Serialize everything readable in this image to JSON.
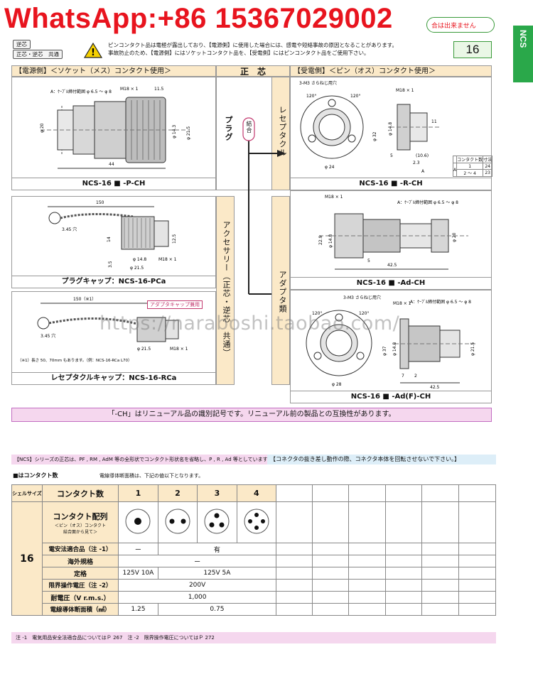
{
  "header": {
    "whatsapp": "WhatsApp:+86 15367029002",
    "badge": "合は出来ません",
    "tab": "NCS",
    "tags": [
      "逆芯",
      "正芯・逆芯　共通"
    ],
    "warning": "ピンコンタクト品は電極が露出しており、【電源側】に使用した場合には、感電や短絡事故の原因となることがあります。\n事故防止のため、【電源側】にはソケットコンタクト品を、【受電側】にはピンコンタクト品をご使用下さい。",
    "size": "16"
  },
  "sections": {
    "power_side": "【電源側】＜ソケット（メス）コンタクト使用＞",
    "center": "正　芯",
    "receive_side": "【受電側】＜ピン（オス）コンタクト使用＞"
  },
  "side_labels": {
    "plug": "プラグ",
    "connect": "結合",
    "receptacle": "レセプタクル",
    "accessory": "アクセサリー（正芯・逆芯　共通）",
    "adapter": "アダプタ類"
  },
  "parts": [
    {
      "caption": "NCS-16 ■ -P-CH"
    },
    {
      "caption": "NCS-16 ■ -R-CH"
    },
    {
      "caption": "プラグキャップ：NCS-16-PCa"
    },
    {
      "caption": "NCS-16 ■ -Ad-CH"
    },
    {
      "caption": "レセプタクルキャップ：NCS-16-RCa"
    },
    {
      "caption": "NCS-16 ■ -Ad(F)-CH"
    }
  ],
  "dims": {
    "cable": "A：ｹｰﾌﾞﾙ締付範囲 φ 6.5 〜 φ 8",
    "m18": "M18 × 1",
    "m3": "3-M3 さらねじ用穴",
    "d20": "φ 20",
    "d14_3": "φ 14.3",
    "d21_5": "φ 21.5",
    "len44": "44",
    "d11_5": "11.5",
    "d32": "φ 32",
    "d24": "φ 24",
    "d14_8": "φ 14.8",
    "d11": "11",
    "d10_6": "(10.6)",
    "d2_3": "2.3",
    "d5": "5",
    "len150": "150",
    "len150n": "150（※1）",
    "hole": "3.45 穴",
    "d14": "14",
    "d12_5": "12.5",
    "d3_5": "3.5",
    "d22_9": "22.9",
    "d42_5": "42.5",
    "d37": "φ 37",
    "d28": "φ 28",
    "d7": "7",
    "d2": "2",
    "a120": "120°",
    "a": "A",
    "note1": "（※1）長さ 50、70mm もあります。（例：NCS-16-RCa L70）",
    "adapter_tag": "アダプタキャップ兼用"
  },
  "contact_table": {
    "head": "コンタクト数",
    "unit": "寸法",
    "rows": [
      [
        "1",
        "24"
      ],
      [
        "2 〜 4",
        "23"
      ]
    ],
    "a": "A"
  },
  "renewal": "「-CH」はリニューアル品の識別記号です。リニューアル前の製品との互換性があります。",
  "notes": {
    "ncs": "【NCS】シリーズの正芯は、PF , RM , AdM 等の全形状でコンタクト形状名を省略し、P , R , Ad 等としています。",
    "rotate": "【コネクタの抜き差し動作の際、コネクタ本体を回転させないで下さい。】",
    "contacts": "■はコンタクト数",
    "wire": "電線導体断面積は、下記の値以下となります。"
  },
  "spec": {
    "shell": "シェルサイズ",
    "contact_count": "コンタクト数",
    "counts": [
      "1",
      "2",
      "3",
      "4"
    ],
    "layout_label": "コンタクト配列",
    "layout_sub": "＜ピン（オス）コンタクト\n結合面から見て＞",
    "size": "16",
    "rows": {
      "denan_label": "電安法適合品（注 -1）",
      "denan_1": "ー",
      "denan_234": "有",
      "overseas_label": "海外規格",
      "overseas": "ー",
      "rating_label": "定格",
      "rating_1": "125V 10A",
      "rating_234": "125V 5A",
      "limit_label": "限界操作電圧（注 -2）",
      "limit": "200V",
      "withstand_label": "耐電圧（V r.m.s.）",
      "withstand": "1,000",
      "wire_label": "電線導体断面積（㎟）",
      "wire_1": "1.25",
      "wire_234": "0.75"
    }
  },
  "footnote": "注 -1　電気用品安全法適合品についてはＰ 267　注 -2　限界操作電圧についてはＰ 272",
  "watermark": "https://naraboshi.taobao.com/"
}
